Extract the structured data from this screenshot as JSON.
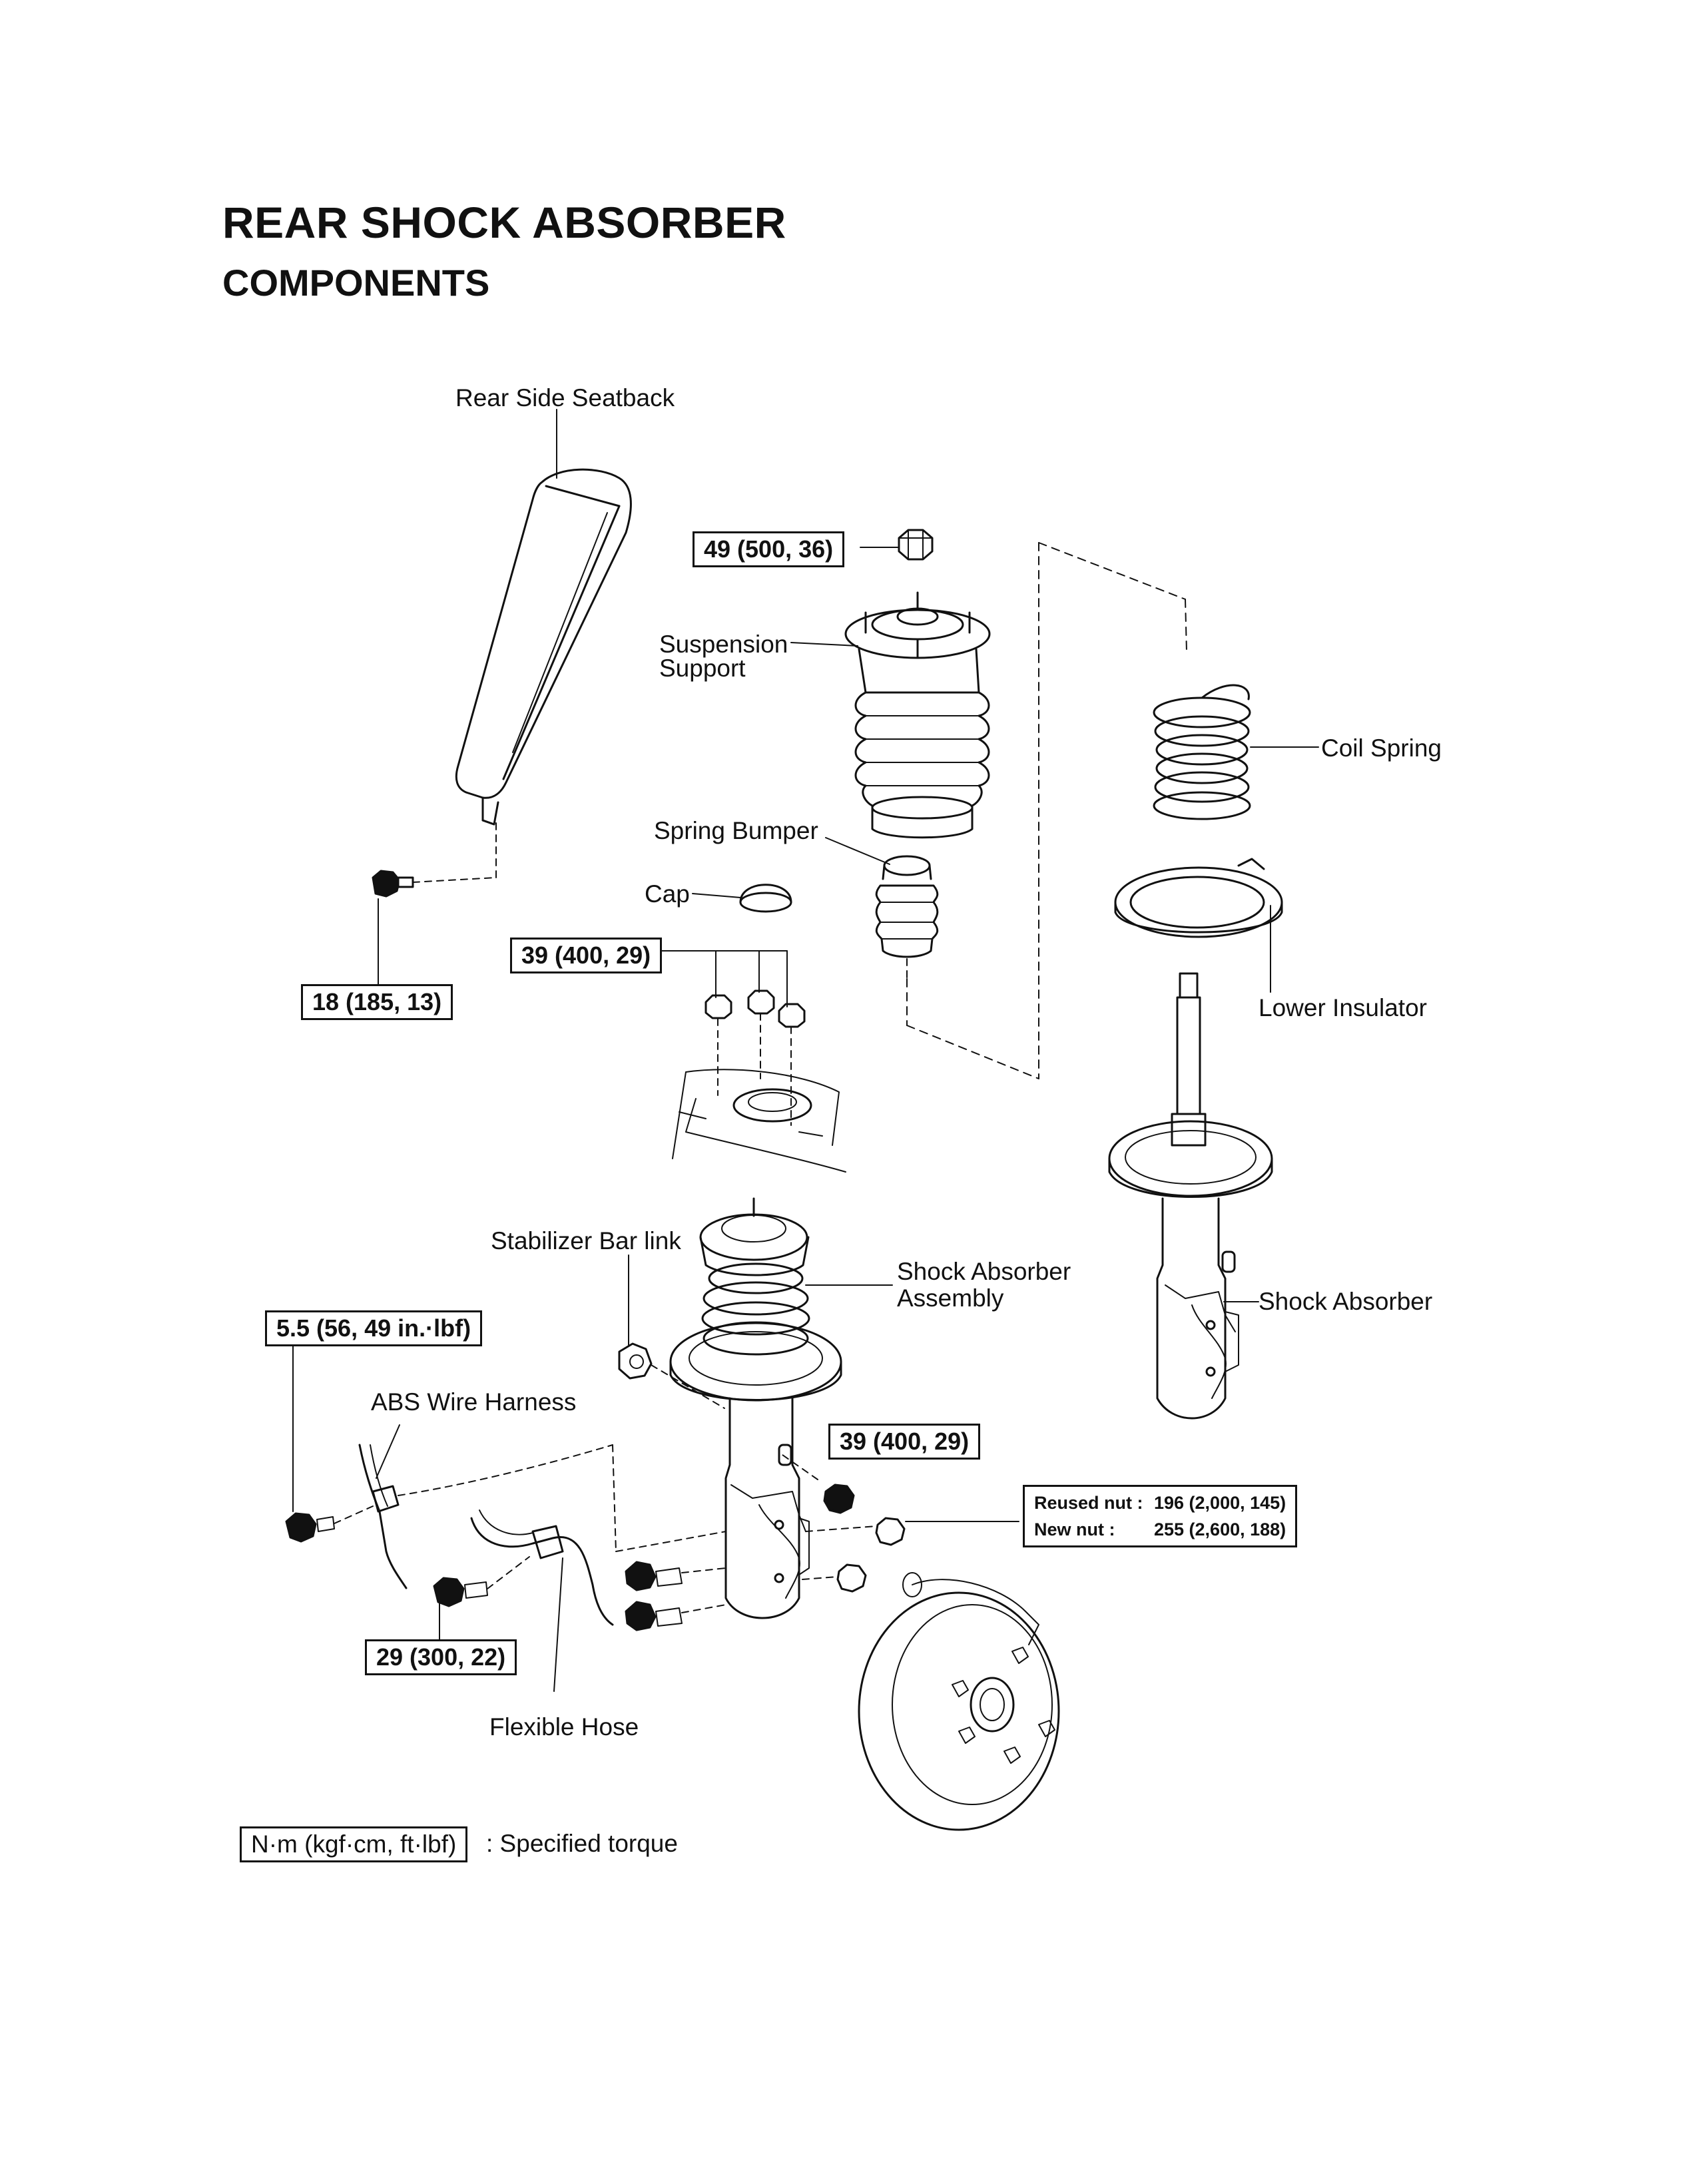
{
  "header": {
    "title": "REAR SHOCK ABSORBER",
    "subtitle": "COMPONENTS"
  },
  "labels": {
    "rear_side_seatback": "Rear Side Seatback",
    "suspension_support_line1": "Suspension",
    "suspension_support_line2": "Support",
    "coil_spring": "Coil Spring",
    "spring_bumper": "Spring Bumper",
    "cap": "Cap",
    "lower_insulator": "Lower Insulator",
    "stabilizer_bar_link": "Stabilizer Bar link",
    "shock_absorber_assembly_line1": "Shock Absorber",
    "shock_absorber_assembly_line2": "Assembly",
    "shock_absorber": "Shock Absorber",
    "abs_wire_harness": "ABS Wire Harness",
    "flexible_hose": "Flexible Hose"
  },
  "torques": {
    "suspension_nut": "49 (500, 36)",
    "seatback_bolt": "18 (185, 13)",
    "upper_mount_nuts": "39 (400, 29)",
    "abs_harness_bolt": "5.5 (56, 49 in.·lbf)",
    "stabilizer_link_nut": "39 (400, 29)",
    "hose_bracket_bolt": "29 (300, 22)",
    "knuckle_reused_label": "Reused nut :",
    "knuckle_reused_value": "196 (2,000, 145)",
    "knuckle_new_label": "New nut :",
    "knuckle_new_value": "255 (2,600, 188)"
  },
  "legend": {
    "unit": "N·m (kgf·cm, ft·lbf)",
    "description": ": Specified torque"
  }
}
